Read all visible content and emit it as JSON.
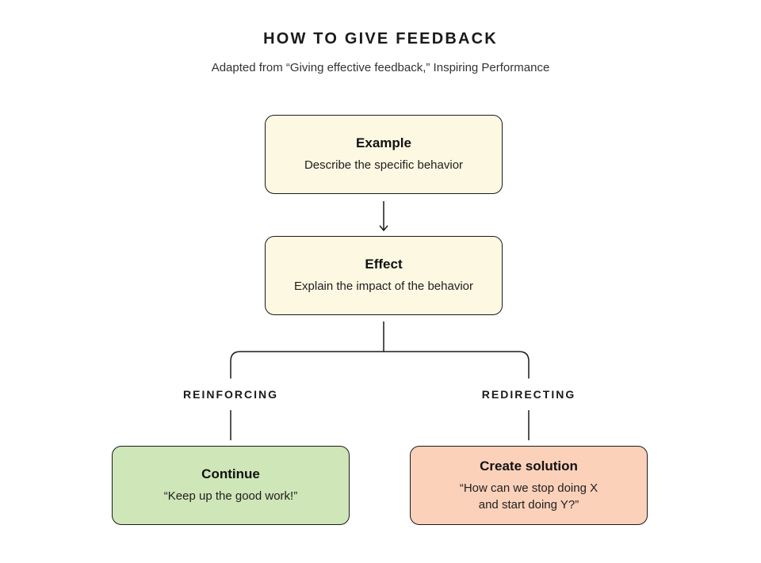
{
  "header": {
    "title": "HOW TO GIVE FEEDBACK",
    "subtitle": "Adapted from “Giving effective feedback,” Inspiring Performance"
  },
  "steps": {
    "example": {
      "title": "Example",
      "description": "Describe the specific behavior",
      "color": "#fdf8e2"
    },
    "effect": {
      "title": "Effect",
      "description": "Explain the impact of the behavior",
      "color": "#fdf8e2"
    }
  },
  "branches": {
    "reinforcing": {
      "label": "REINFORCING",
      "title": "Continue",
      "description": "“Keep up the good work!”",
      "color": "#cfe6b8"
    },
    "redirecting": {
      "label": "REDIRECTING",
      "title": "Create solution",
      "description_line1": "“How can we stop doing X",
      "description_line2": "and start doing Y?”",
      "color": "#fcd1ba"
    }
  },
  "icons": {
    "flow_arrow": "arrow-down-icon"
  }
}
